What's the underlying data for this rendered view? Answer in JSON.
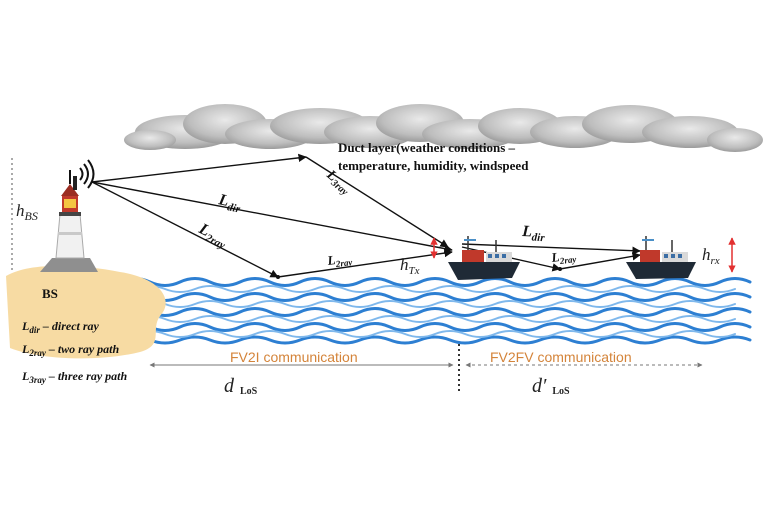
{
  "duct_label": {
    "line1": "Duct layer(weather conditions –",
    "line2": "temperature, humidity, windspeed"
  },
  "base_station": {
    "height_symbol": "h",
    "height_sub": "BS",
    "name": "BS"
  },
  "rays": {
    "dir_main": "L",
    "dir_sub": "dir",
    "two_main": "L",
    "two_sub": "2ray",
    "three_main": "L",
    "three_sub": "3ray"
  },
  "heights": {
    "tx_main": "h",
    "tx_sub": "Tx",
    "rx_main": "h",
    "rx_sub": "rx"
  },
  "legend": {
    "dir_main": "L",
    "dir_sub": "dir",
    "dir_text": " – direct ray",
    "two_main": "L",
    "two_sub": "2ray",
    "two_text": " – two ray path",
    "three_main": "L",
    "three_sub": "3ray",
    "three_text": " – three ray path"
  },
  "distances": {
    "fv2i_label": "FV2I communication",
    "fv2fv_label": "FV2FV communication",
    "d_main": "d",
    "d_sub": "LoS",
    "dprime_main": "d′",
    "dprime_sub": "LoS"
  },
  "colors": {
    "sea_blue": "#2d7fd2",
    "sky_cloud": "#9e9e9e",
    "sand": "#f7dba3",
    "orange_text": "#d4843a",
    "height_arrow": "#e23030"
  }
}
